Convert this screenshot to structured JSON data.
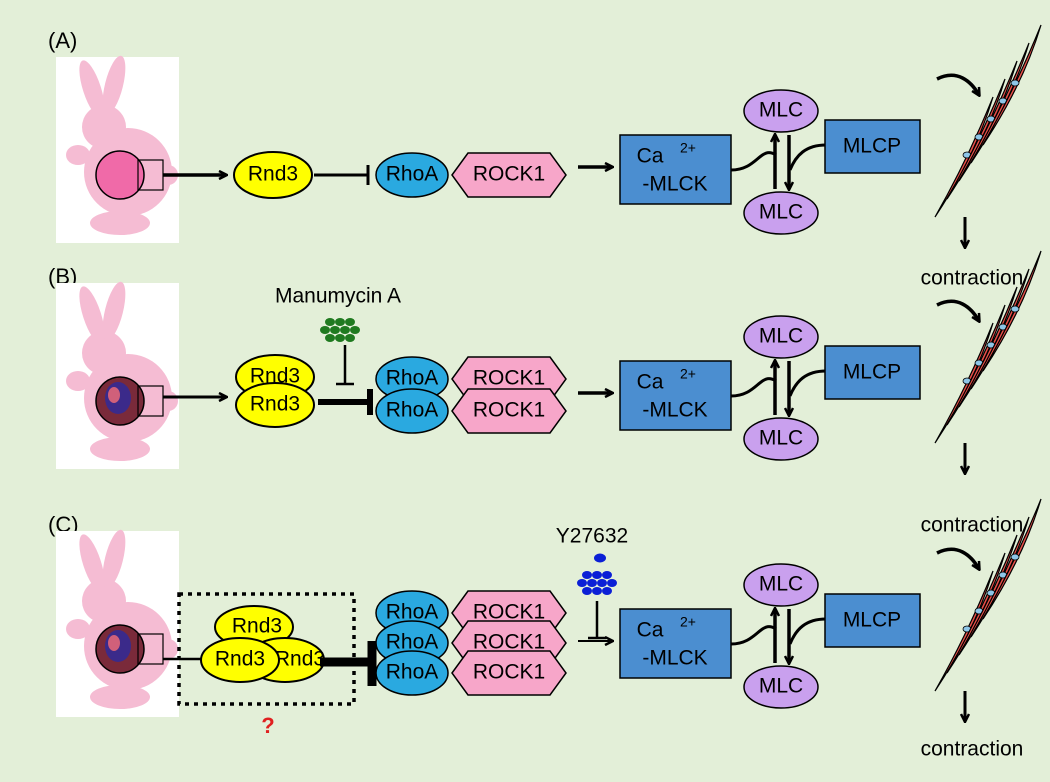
{
  "panels": [
    {
      "label": "(A)",
      "rnd3": [
        "Rnd3"
      ],
      "rhoa": [
        "RhoA"
      ],
      "rock1": [
        "ROCK1"
      ],
      "mlck_line1": "Ca",
      "mlck_sup": "2+",
      "mlck_line2": "-MLCK",
      "mlc_top": "MLC",
      "mlc_bottom": "MLC",
      "mlcp": "MLCP",
      "outcome": "contraction",
      "inhibitor": ""
    },
    {
      "label": "(B)",
      "rnd3": [
        "Rnd3",
        "Rnd3"
      ],
      "rhoa": [
        "RhoA",
        "RhoA"
      ],
      "rock1": [
        "ROCK1",
        "ROCK1"
      ],
      "mlck_line1": "Ca",
      "mlck_sup": "2+",
      "mlck_line2": "-MLCK",
      "mlc_top": "MLC",
      "mlc_bottom": "MLC",
      "mlcp": "MLCP",
      "outcome": "contraction",
      "inhibitor": "Manumycin A"
    },
    {
      "label": "(C)",
      "rnd3": [
        "Rnd3",
        "Rnd3",
        "Rnd3"
      ],
      "rhoa": [
        "RhoA",
        "RhoA",
        "RhoA"
      ],
      "rock1": [
        "ROCK1",
        "ROCK1",
        "ROCK1"
      ],
      "mlck_line1": "Ca",
      "mlck_sup": "2+",
      "mlck_line2": "-MLCK",
      "mlc_top": "MLC",
      "mlc_bottom": "MLC",
      "mlcp": "MLCP",
      "outcome": "contraction",
      "inhibitor": "Y27632",
      "question": "?"
    }
  ],
  "colors": {
    "background": "#e3efd8",
    "rnd3": "#ffff00",
    "rhoa": "#2aa9e0",
    "rock1": "#f7a6c9",
    "mlck": "#4b8ed0",
    "mlcp": "#4b8ed0",
    "mlc": "#c9a0ee",
    "manumycin": "#1f7a1f",
    "y27632": "#0b1fd6",
    "rabbit": "#f5bcd3",
    "cell": "#e8504a",
    "question": "#e02020"
  }
}
